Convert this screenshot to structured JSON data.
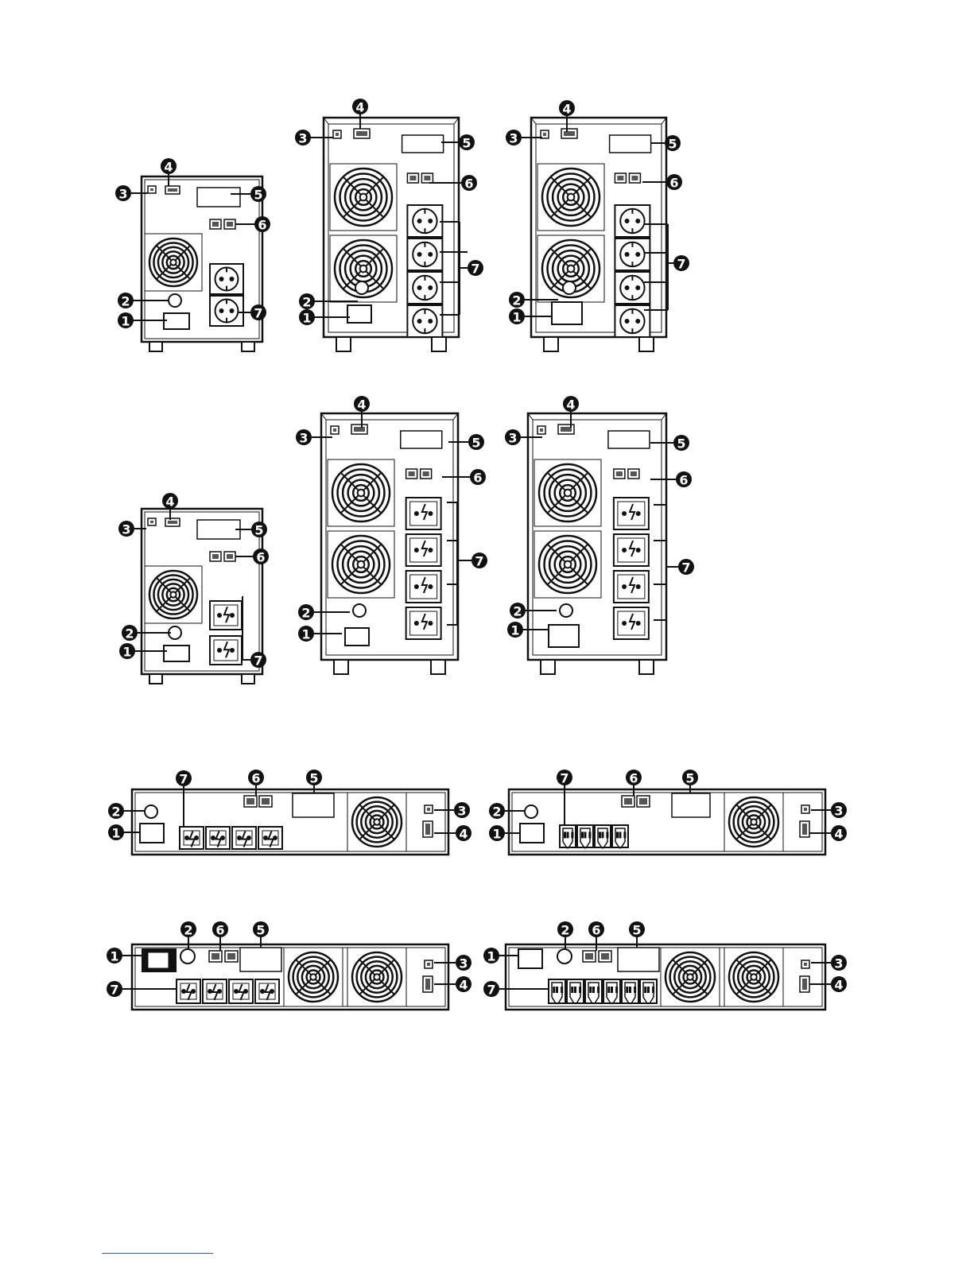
{
  "callouts": [
    "1",
    "2",
    "3",
    "4",
    "5",
    "6",
    "7"
  ],
  "colors": {
    "ink": "#111111",
    "background": "#ffffff",
    "footer_rule": "#3355cc"
  },
  "icons": [
    "fan-grille-icon",
    "outlet-schuko-icon",
    "outlet-universal-icon",
    "outlet-iec-icon",
    "usb-port-icon",
    "rs232-port-icon",
    "rj45-port-icon",
    "circuit-breaker-icon",
    "ac-inlet-icon"
  ]
}
